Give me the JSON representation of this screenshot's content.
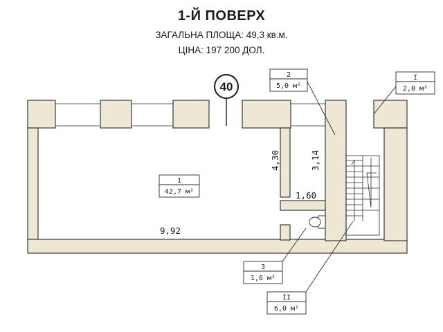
{
  "header": {
    "title": "1-Й ПОВЕРХ",
    "total_area": "ЗАГАЛЬНА ПЛОЩА: 49,3 кв.м.",
    "price": "ЦІНА: 197 200 ДОЛ."
  },
  "building_number": "40",
  "rooms": [
    {
      "id": "1",
      "area": "42,7 м²"
    },
    {
      "id": "2",
      "area": "5,0 м²"
    },
    {
      "id": "3",
      "area": "1,6 м²"
    },
    {
      "id": "I",
      "area": "2,0 м²"
    },
    {
      "id": "II",
      "area": "6,0 м²"
    }
  ],
  "dimensions": {
    "d_width": "9,92",
    "d_height1": "4,30",
    "d_height2": "3,14",
    "d_small": "1,60"
  },
  "colors": {
    "wall_fill": "#ede7d4",
    "wall_stroke": "#3a3a3a",
    "line": "#2a2a2a"
  }
}
